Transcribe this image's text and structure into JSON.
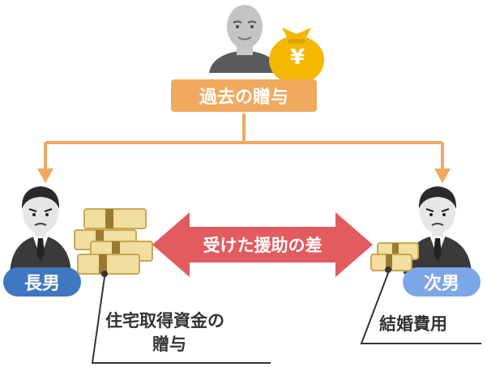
{
  "top_label": "過去の贈与",
  "arrow_label": "受けた援助の差",
  "left_person_label": "長男",
  "right_person_label": "次男",
  "left_caption_line1": "住宅取得資金の",
  "left_caption_line2": "贈与",
  "right_caption": "結婚費用",
  "yen_symbol": "¥",
  "colors": {
    "orange": "#f0a95f",
    "red": "#e25b5f",
    "blue_dark": "#3f78c0",
    "blue_light": "#7ca6e6",
    "gold": "#f5b800"
  }
}
